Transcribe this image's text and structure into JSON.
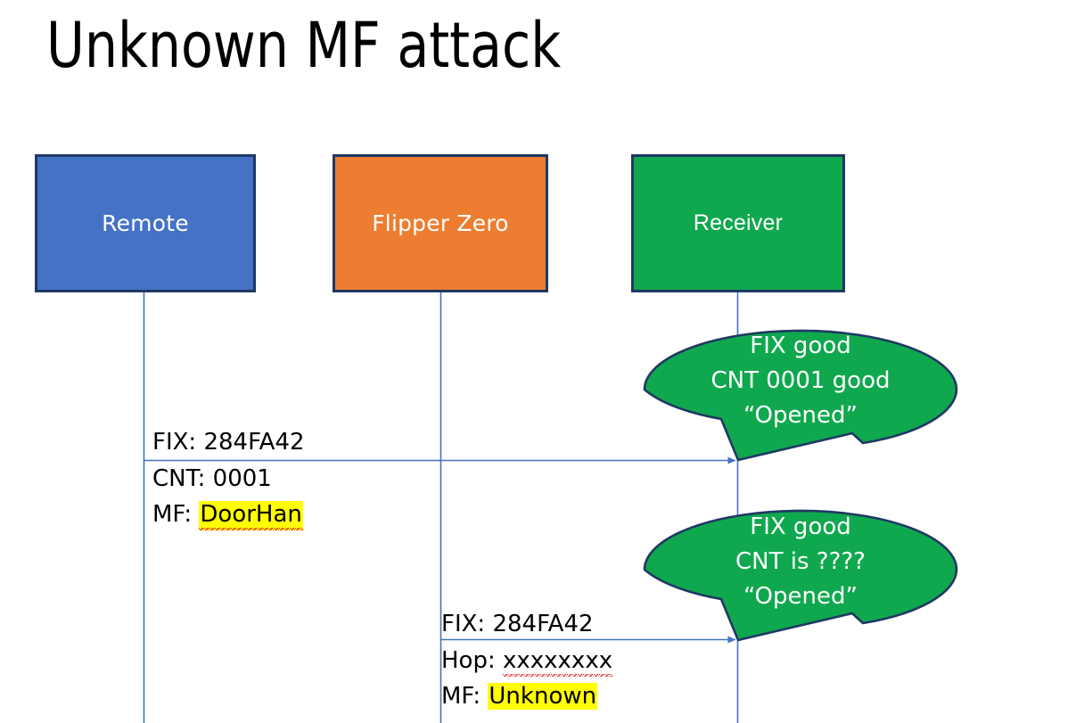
{
  "slide": {
    "title": "Unknown MF attack",
    "background": "#ffffff"
  },
  "colors": {
    "remote_fill": "#4472C4",
    "flipper_fill": "#ED7D31",
    "receiver_fill": "#0FA84E",
    "box_border": "#1F3864",
    "arrow_line": "#4472C4",
    "highlight": "#FFFF00",
    "text_dark": "#000000",
    "text_light": "#FFFFFF",
    "spellcheck_underline": "#E03030"
  },
  "actors": [
    {
      "id": "remote",
      "label": "Remote"
    },
    {
      "id": "flipper",
      "label": "Flipper Zero"
    },
    {
      "id": "receiver",
      "label": "Receiver"
    }
  ],
  "messages": [
    {
      "id": "message-1",
      "from": "remote",
      "to": "receiver",
      "line_1": "FIX: 284FA42",
      "line_2": "CNT: 0001",
      "line_3_prefix": "MF: ",
      "line_3_value": "DoorHan"
    },
    {
      "id": "message-2",
      "from": "flipper",
      "to": "receiver",
      "line_1": "FIX: 284FA42",
      "line_2_prefix": "Hop: ",
      "line_2_value": "xxxxxxxx",
      "line_3_prefix": "MF: ",
      "line_3_value": "Unknown"
    }
  ],
  "callouts": [
    {
      "id": "callout-1",
      "line_1": "FIX good",
      "line_2": "CNT 0001 good",
      "line_3": "“Opened”"
    },
    {
      "id": "callout-2",
      "line_1": "FIX good",
      "line_2": "CNT is ????",
      "line_3": "“Opened”"
    }
  ]
}
